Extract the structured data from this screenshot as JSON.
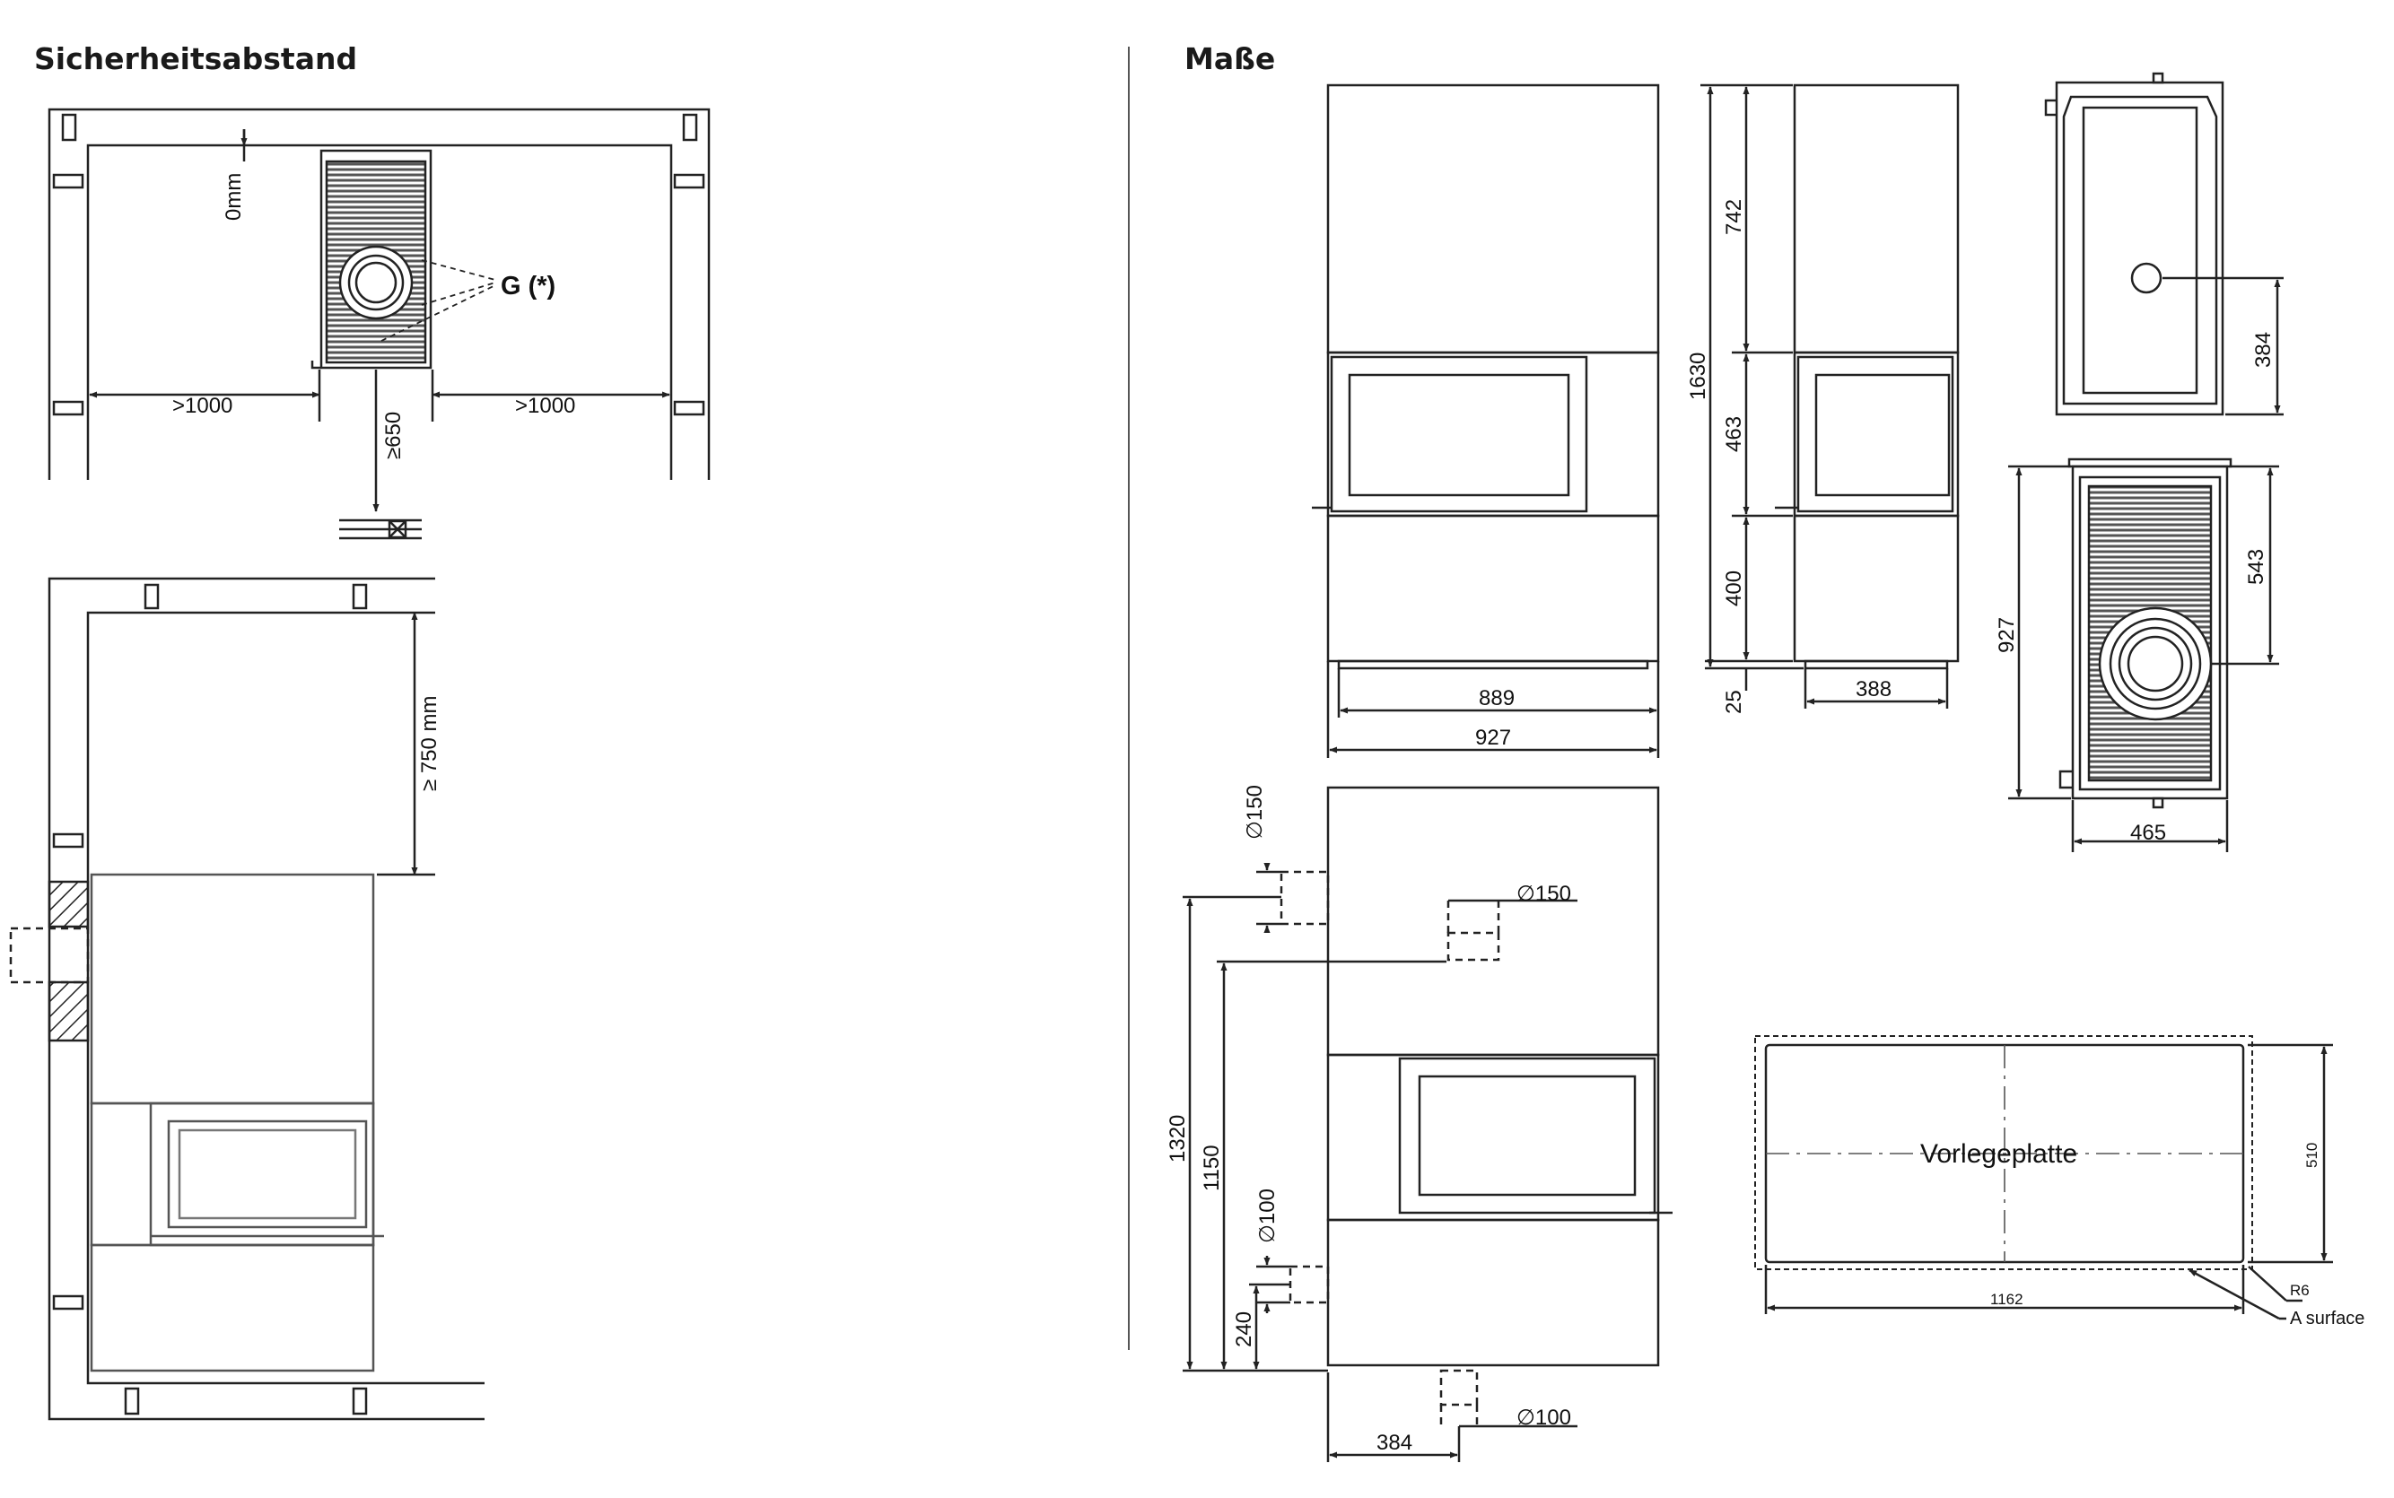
{
  "sections": {
    "safety_distance_title": "Sicherheitsabstand",
    "dimensions_title": "Maße"
  },
  "safety": {
    "top_clearance": "0mm",
    "label_g": "G (*)",
    "left_clearance": ">1000",
    "right_clearance": ">1000",
    "front_clearance": "≥650",
    "corner_top_clearance": "≥ 750 mm"
  },
  "front_view": {
    "inner_width": "889",
    "outer_width": "927"
  },
  "side_view": {
    "total_height": "1630",
    "upper_height": "742",
    "door_height": "463",
    "base_height": "400",
    "foot_height": "25",
    "depth": "388"
  },
  "top_view": {
    "flue_offset": "384"
  },
  "grate_view": {
    "length": "927",
    "ring_offset": "543",
    "width": "465"
  },
  "connection_view": {
    "flue_top_diameter": "∅150",
    "flue_rear_diameter": "∅150",
    "air_rear_diameter": "∅100",
    "air_bottom_diameter": "∅100",
    "height_1320": "1320",
    "height_1150": "1150",
    "height_240": "240",
    "bottom_offset": "384"
  },
  "floor_plate": {
    "label": "Vorlegeplatte",
    "height": "510",
    "width": "1162",
    "radius": "R6",
    "surface": "A surface"
  }
}
